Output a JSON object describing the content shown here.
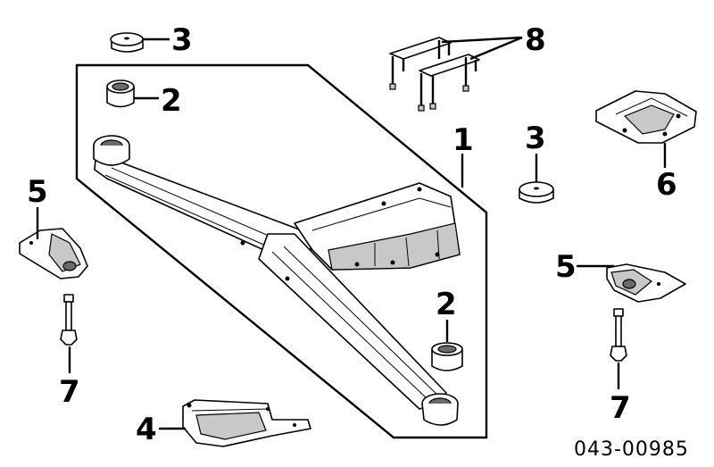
{
  "diagram": {
    "part_code": "043-00985",
    "callouts": {
      "c1": "1",
      "c2_top": "2",
      "c2_bottom": "2",
      "c3_top": "3",
      "c3_right": "3",
      "c4": "4",
      "c5_left": "5",
      "c5_right": "5",
      "c6": "6",
      "c7_left": "7",
      "c7_right": "7",
      "c8": "8"
    }
  }
}
